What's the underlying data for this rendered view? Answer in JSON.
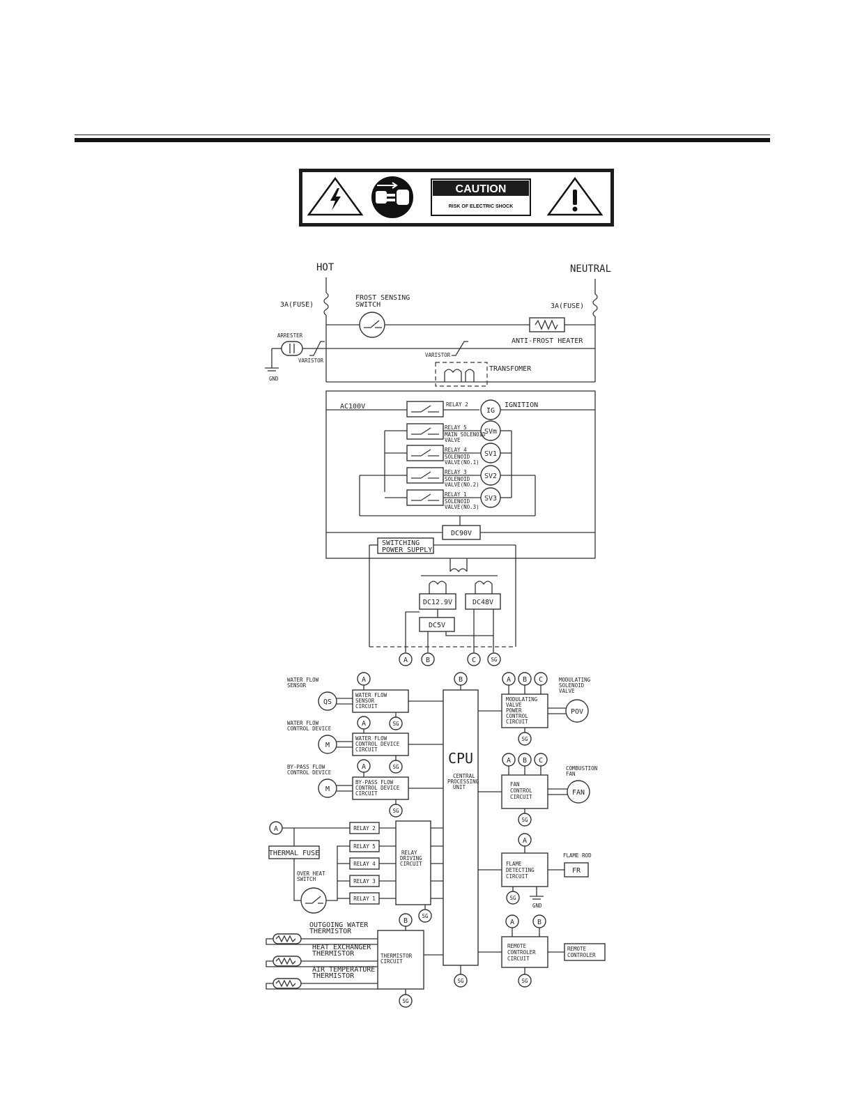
{
  "banner": {
    "caution": "CAUTION",
    "subtitle": "RISK OF ELECTRIC SHOCK"
  },
  "power": {
    "hot": "HOT",
    "neutral": "NEUTRAL",
    "fuse_left": "3A(FUSE)",
    "fuse_right": "3A(FUSE)",
    "frost_switch_1": "FROST SENSING",
    "frost_switch_2": "SWITCH",
    "anti_frost_heater": "ANTI-FROST HEATER",
    "arrester": "ARRESTER",
    "varistor_left": "VARISTOR",
    "varistor_mid": "VARISTOR",
    "gnd_left": "GND",
    "transformer": "TRANSFOMER"
  },
  "relays": {
    "ac100v": "AC100V",
    "relay2": "RELAY 2",
    "ig": "IG",
    "ignition": "IGNITION",
    "relay5": "RELAY 5",
    "sv_main": "SVm",
    "main_sv_1": "MAIN SOLENOID",
    "main_sv_2": "VALVE",
    "relay4": "RELAY 4",
    "sv1": "SV1",
    "sv1_a": "SOLENOID",
    "sv1_b": "VALVE(NO.1)",
    "relay3": "RELAY 3",
    "sv2": "SV2",
    "sv2_a": "SOLENOID",
    "sv2_b": "VALVE(NO.2)",
    "relay1": "RELAY 1",
    "sv3": "SV3",
    "sv3_a": "SOLENOID",
    "sv3_b": "VALVE(NO.3)",
    "dc90v": "DC90V",
    "sps_1": "SWITCHING",
    "sps_2": "POWER SUPPLY",
    "dc129": "DC12.9V",
    "dc48": "DC48V",
    "dc5": "DC5V"
  },
  "nodes": {
    "a": "A",
    "b": "B",
    "c": "C",
    "sg": "SG"
  },
  "control": {
    "wfs_label_1": "WATER FLOW",
    "wfs_label_2": "SENSOR",
    "qs": "QS",
    "wfs_c1": "WATER FLOW",
    "wfs_c2": "SENSOR",
    "wfs_c3": "CIRCUIT",
    "wfc_label_1": "WATER FLOW",
    "wfc_label_2": "CONTROL DEVICE",
    "m1": "M",
    "wfc_c1": "WATER FLOW",
    "wfc_c2": "CONTROL DEVICE",
    "wfc_c3": "CIRCUIT",
    "bp_label_1": "BY-PASS FLOW",
    "bp_label_2": "CONTROL DEVICE",
    "m2": "M",
    "bp_c1": "BY-PASS FLOW",
    "bp_c2": "CONTROL DEVICE",
    "bp_c3": "CIRCUIT",
    "thermal_fuse": "THERMAL FUSE",
    "ohs_1": "OVER HEAT",
    "ohs_2": "SWITCH",
    "rl2": "RELAY 2",
    "rl5": "RELAY 5",
    "rl4": "RELAY 4",
    "rl3": "RELAY 3",
    "rl1": "RELAY 1",
    "rd_1": "RELAY",
    "rd_2": "DRIVING",
    "rd_3": "CIRCUIT",
    "ow_1": "OUTGOING WATER",
    "ow_2": "THERMISTOR",
    "he_1": "HEAT EXCHANGER",
    "he_2": "THERMISTOR",
    "at_1": "AIR TEMPERATURE",
    "at_2": "THERMISTOR",
    "th_1": "THERMISTOR",
    "th_2": "CIRCUIT",
    "cpu": "CPU",
    "cpu_sub_1": "CENTRAL",
    "cpu_sub_2": "PROCESSING",
    "cpu_sub_3": "UNIT",
    "mv_l1": "MODULATING",
    "mv_l2": "SOLENOID",
    "mv_l3": "VALVE",
    "mv_c1": "MODULATING",
    "mv_c2": "VALVE",
    "mv_c3": "POWER",
    "mv_c4": "CONTROL",
    "mv_c5": "CIRCUIT",
    "pov": "POV",
    "cf_l1": "COMBUSTION",
    "cf_l2": "FAN",
    "fan_c1": "FAN",
    "fan_c2": "CONTROL",
    "fan_c3": "CIRCUIT",
    "fan": "FAN",
    "fr_label": "FLAME ROD",
    "fd_c1": "FLAME",
    "fd_c2": "DETECTING",
    "fd_c3": "CIRCUIT",
    "fr": "FR",
    "gnd": "GND",
    "rc_c1": "REMOTE",
    "rc_c2": "CONTROLER",
    "rc_c3": "CIRCUIT",
    "rem_1": "REMOTE",
    "rem_2": "CONTROLER"
  }
}
